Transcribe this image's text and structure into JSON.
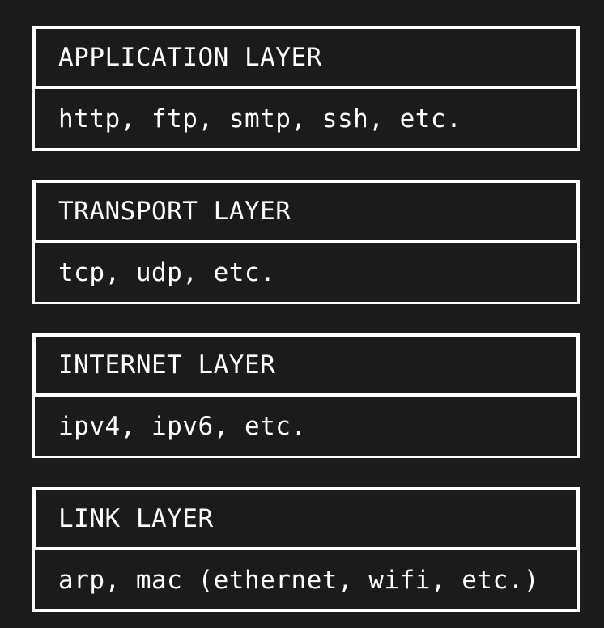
{
  "layers": [
    {
      "name": "APPLICATION LAYER",
      "protocols": "http, ftp, smtp, ssh, etc."
    },
    {
      "name": "TRANSPORT LAYER",
      "protocols": "tcp, udp, etc."
    },
    {
      "name": "INTERNET LAYER",
      "protocols": "ipv4, ipv6, etc."
    },
    {
      "name": "LINK LAYER",
      "protocols": "arp, mac (ethernet, wifi, etc.)"
    }
  ],
  "colors": {
    "background": "#1b1b1b",
    "foreground": "#ffffff"
  }
}
